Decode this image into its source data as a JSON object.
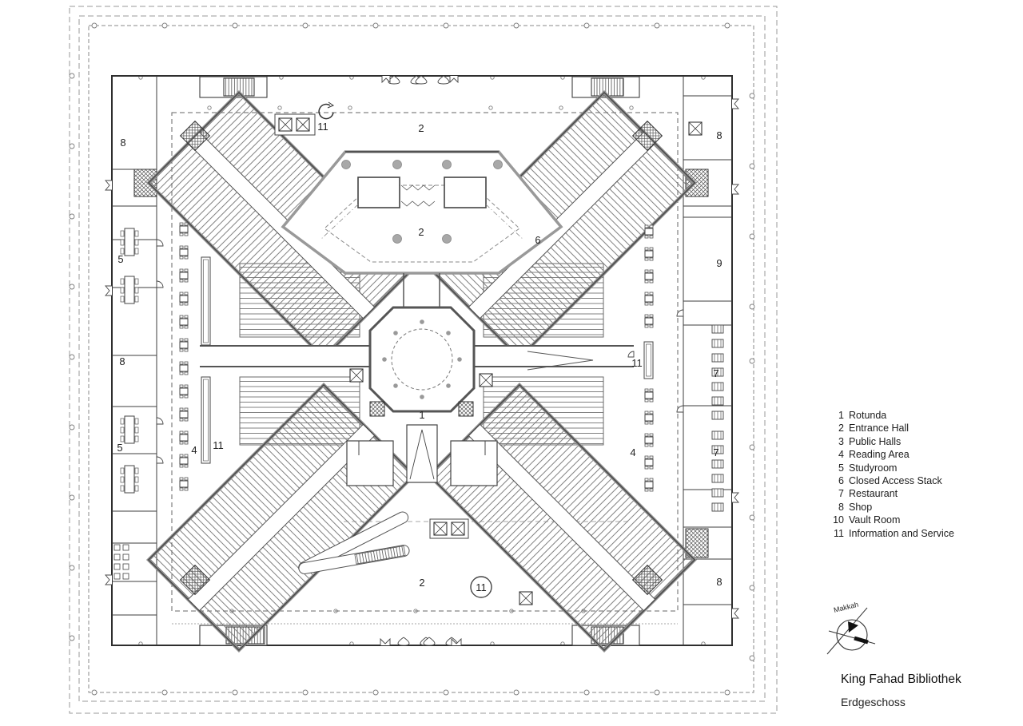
{
  "plan": {
    "labels": [
      "8",
      "5",
      "8",
      "5",
      "4",
      "11",
      "11",
      "2",
      "2",
      "6",
      "1",
      "2",
      "11",
      "11",
      "4",
      "8",
      "9",
      "7",
      "7",
      "8"
    ]
  },
  "legend": {
    "items": [
      {
        "num": "1",
        "label": "Rotunda"
      },
      {
        "num": "2",
        "label": "Entrance Hall"
      },
      {
        "num": "3",
        "label": "Public Halls"
      },
      {
        "num": "4",
        "label": "Reading Area"
      },
      {
        "num": "5",
        "label": "Studyroom"
      },
      {
        "num": "6",
        "label": "Closed Access Stack"
      },
      {
        "num": "7",
        "label": "Restaurant"
      },
      {
        "num": "8",
        "label": "Shop"
      },
      {
        "num": "10",
        "label": "Vault Room"
      },
      {
        "num": "11",
        "label": "Information and Service"
      }
    ]
  },
  "compass": {
    "label": "Makkah"
  },
  "footer": {
    "title": "King Fahad Bibliothek",
    "subtitle": "Erdgeschoss"
  }
}
